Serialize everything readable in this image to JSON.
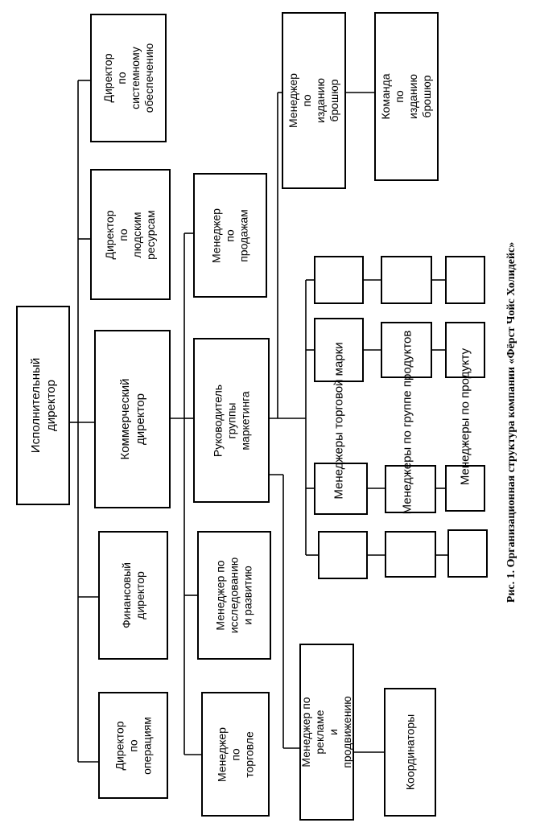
{
  "nodes": {
    "exec": "Исполнительный\nдиректор",
    "dir_ops": "Директор\nпо операциям",
    "dir_fin": "Финансовый\nдиректор",
    "dir_com": "Коммерческий\nдиректор",
    "dir_hr": "Директор\nпо людским\nресурсам",
    "dir_sys": "Директор\nпо системному\nобеспечению",
    "mgr_trade": "Менеджер\nпо торговле",
    "mgr_rd": "Менеджер по\nисследованию\nи развитию",
    "head_mkt": "Руководитель\nгруппы маркетинга",
    "mgr_sales": "Менеджер\nпо продажам",
    "mgr_adv": "Менеджер по рекламе\nи продвижению",
    "coordinators": "Координаторы",
    "mgr_brochure": "Менеджер по изданию\nброшюр",
    "team_brochure": "Команда по изданию\nброшюр"
  },
  "groups": {
    "brand_managers": "Менеджеры торговой марки",
    "product_group_managers": "Менеджеры по группе продуктов",
    "product_managers": "Менеджеры по продукту"
  },
  "caption": "Рис. 1. Организационная структура компании «Фёрст Чойс Холидейс»"
}
